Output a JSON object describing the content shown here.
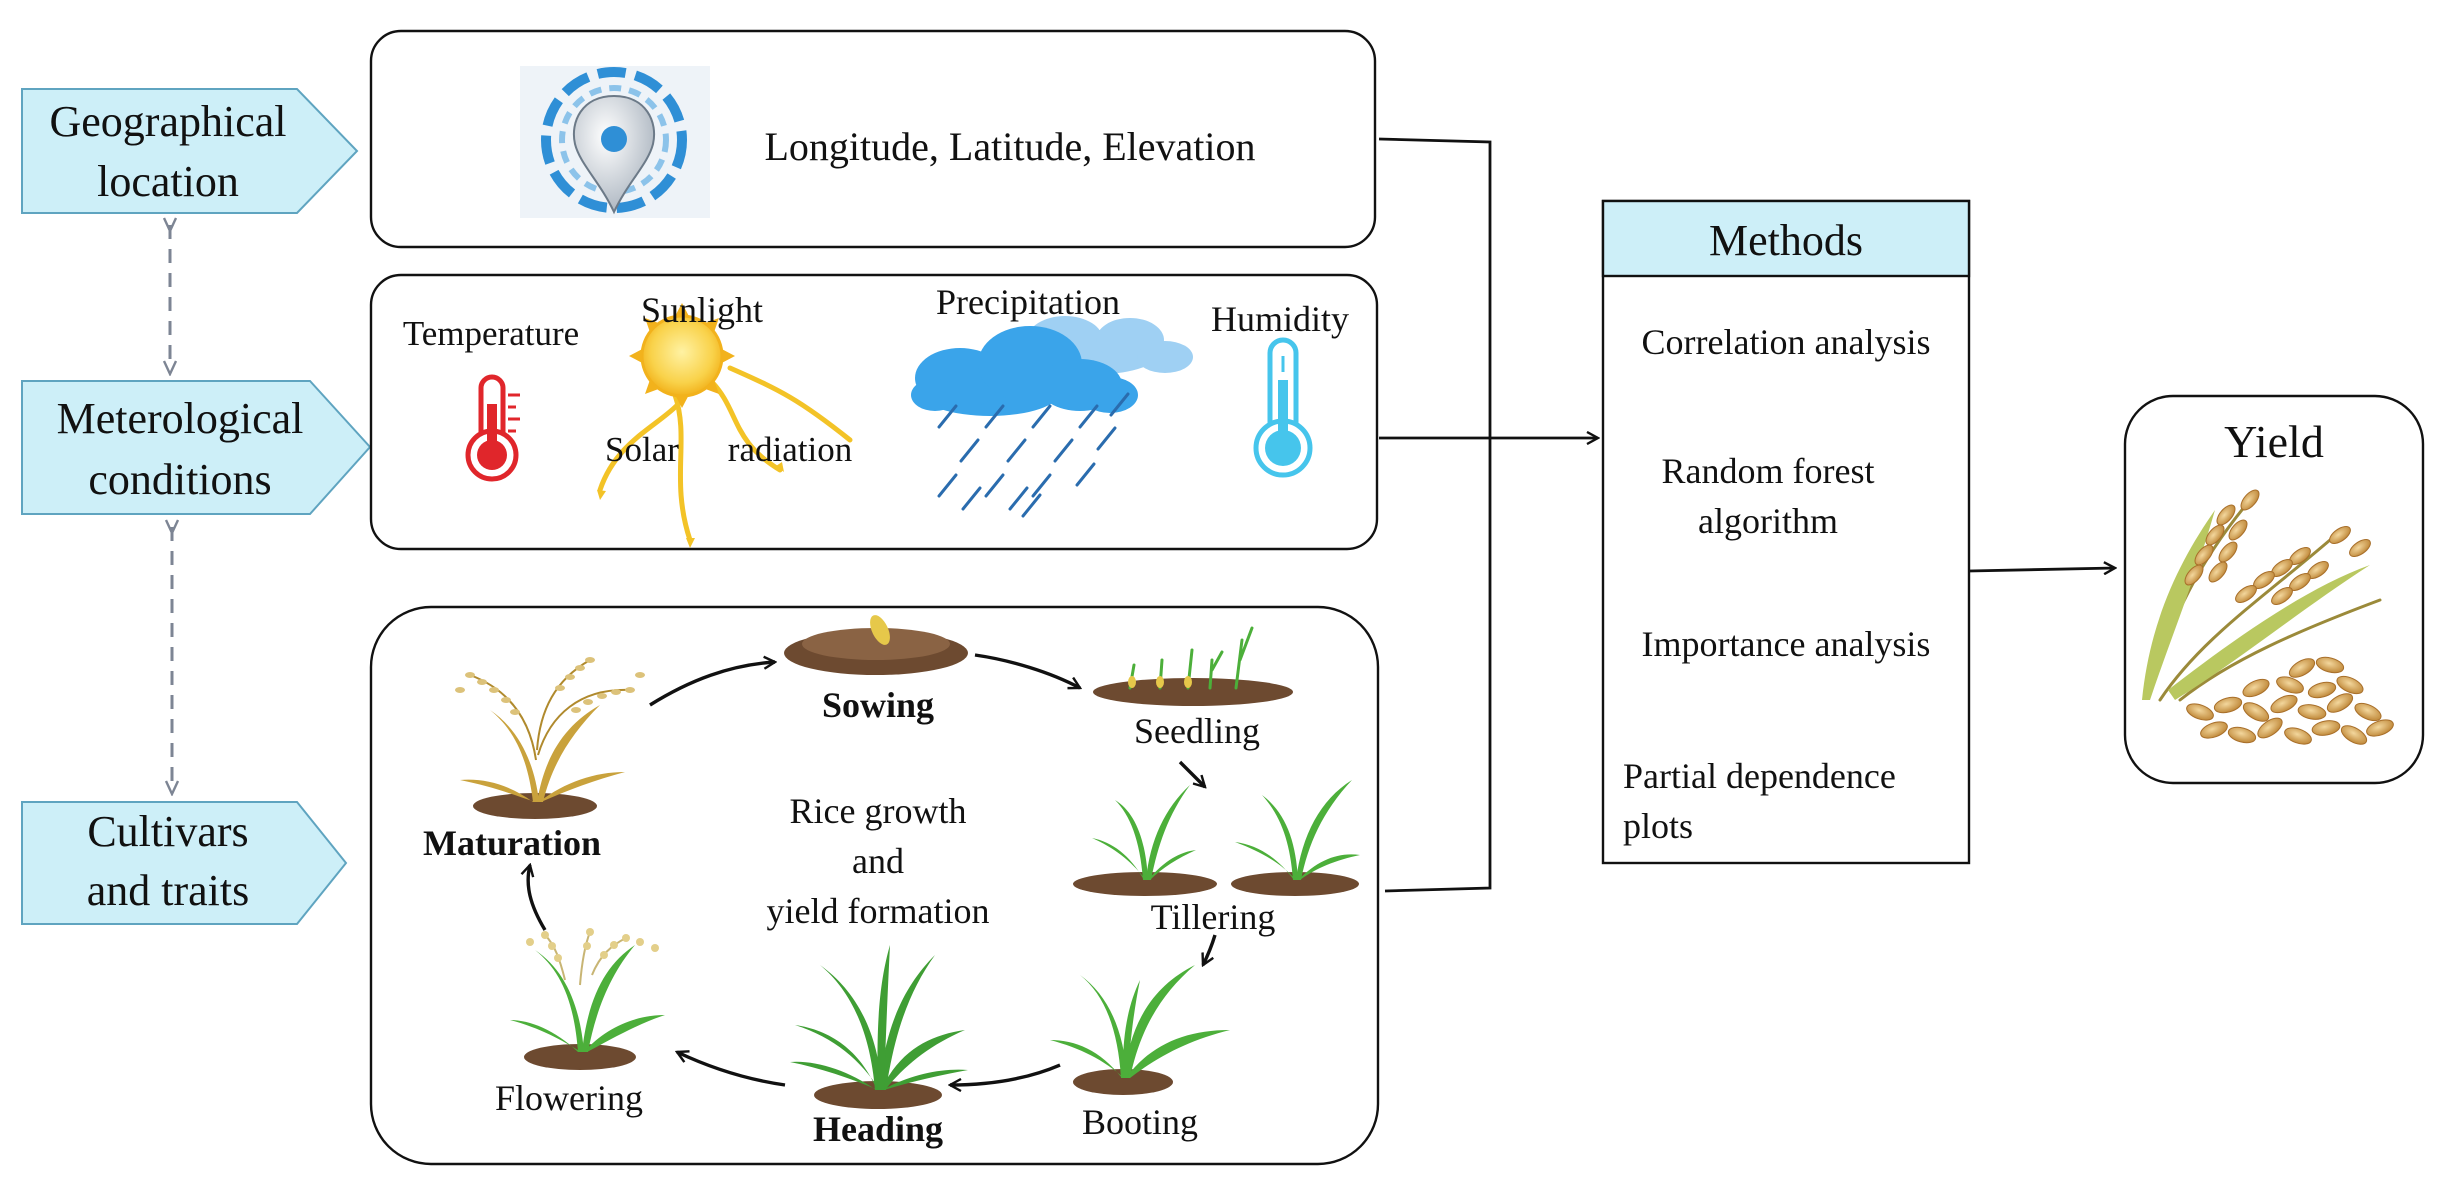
{
  "inputs": {
    "geo": {
      "line1": "Geographical",
      "line2": "location"
    },
    "met": {
      "line1": "Meterological",
      "line2": "conditions"
    },
    "cult": {
      "line1": "Cultivars",
      "line2": "and traits"
    }
  },
  "geo_box": {
    "text": "Longitude, Latitude, Elevation"
  },
  "met_box": {
    "temperature": "Temperature",
    "sunlight": "Sunlight",
    "solar": "Solar",
    "radiation": "radiation",
    "precipitation": "Precipitation",
    "humidity": "Humidity"
  },
  "growth": {
    "center_line1": "Rice growth",
    "center_line2": "and",
    "center_line3": "yield formation",
    "stages": {
      "sowing": "Sowing",
      "seedling": "Seedling",
      "tillering": "Tillering",
      "booting": "Booting",
      "heading": "Heading",
      "flowering": "Flowering",
      "maturation": "Maturation"
    }
  },
  "methods": {
    "title": "Methods",
    "item1": "Correlation analysis",
    "item2_line1": "Random forest",
    "item2_line2": "algorithm",
    "item3": "Importance analysis",
    "item4_line1": "Partial dependence",
    "item4_line2": "plots"
  },
  "yield": {
    "title": "Yield"
  },
  "colors": {
    "arrow_fill": "#cdeff8",
    "arrow_stroke": "#5fa4c0",
    "methods_header": "#cdeff8",
    "yield_title": "#e0141c",
    "thermo_red": "#e0262b",
    "thermo_blue": "#46c5ec",
    "dashed_arrow": "#7d8594",
    "heading_label": "#1b2b4a"
  }
}
